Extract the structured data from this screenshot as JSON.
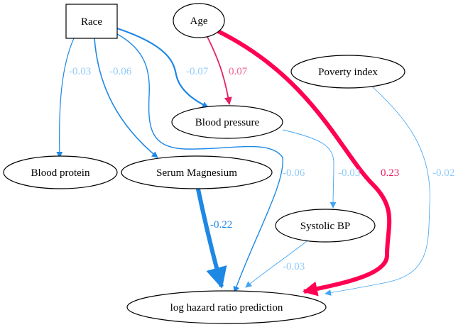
{
  "colors": {
    "blue": "#1e88e5",
    "light_blue": "#90caf9",
    "red": "#ff0052",
    "pink": "#f06292"
  },
  "nodes": {
    "race": "Race",
    "age": "Age",
    "poverty_index": "Poverty index",
    "blood_pressure": "Blood pressure",
    "blood_protein": "Blood protein",
    "serum_magnesium": "Serum Magnesium",
    "systolic_bp": "Systolic BP",
    "prediction": "log hazard ratio prediction"
  },
  "edges": {
    "race_blood_protein": "-0.03",
    "race_serum_magnesium": "-0.06",
    "race_blood_pressure": "-0.07",
    "age_blood_pressure": "0.07",
    "race_prediction": "-0.06",
    "blood_pressure_systolic": "-0.03",
    "age_prediction": "0.23",
    "poverty_prediction": "-0.02",
    "serum_magnesium_prediction": "-0.22",
    "systolic_prediction": "-0.03"
  }
}
